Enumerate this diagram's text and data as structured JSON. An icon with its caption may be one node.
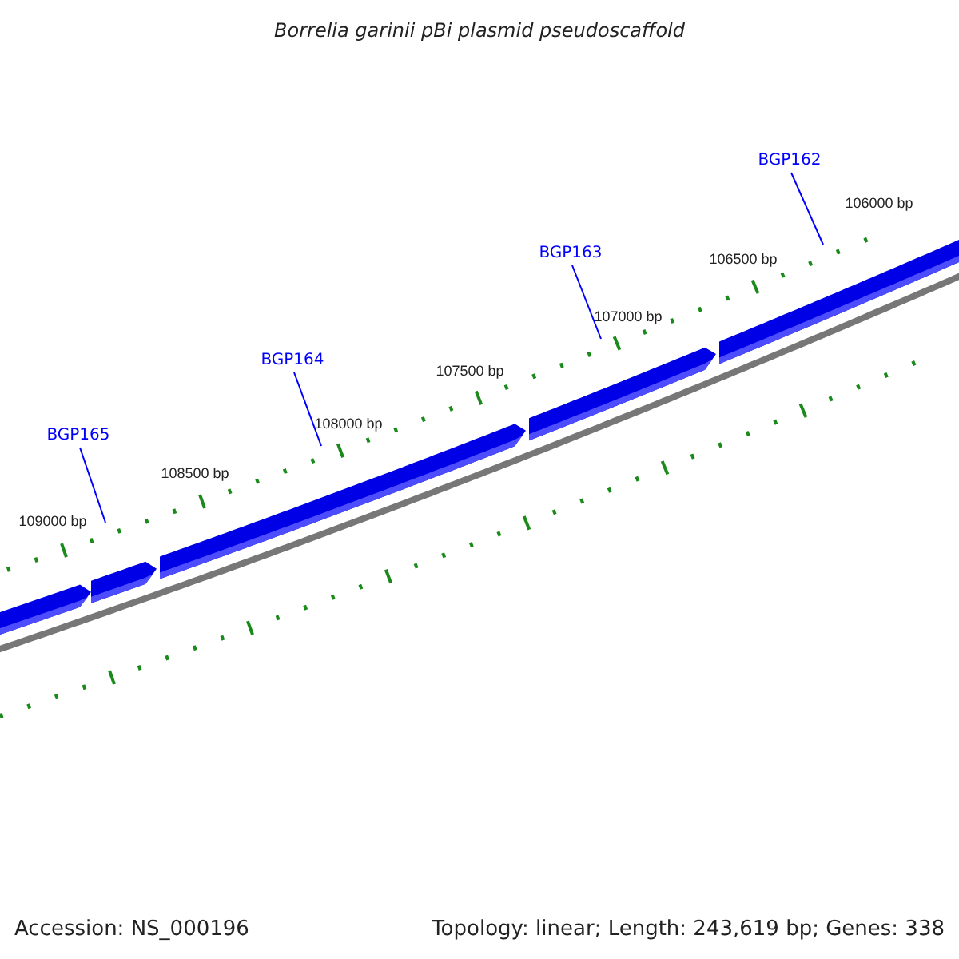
{
  "diagram": {
    "title": "Borrelia garinii pBi plasmid pseudoscaffold",
    "nodes": [
      {
        "text": [
          "BGP165"
        ]
      },
      {
        "text": [
          "BGP164"
        ]
      },
      {
        "text": [
          "BGP163"
        ]
      },
      {
        "text": [
          "BGP162"
        ]
      }
    ],
    "edges": [
      {
        "from": 0,
        "to": null,
        "arrow": "none"
      },
      {
        "from": 1,
        "to": null,
        "arrow": "none"
      },
      {
        "from": 2,
        "to": null,
        "arrow": "none"
      },
      {
        "from": 3,
        "to": null,
        "arrow": "none"
      }
    ],
    "labels": [
      "109000 bp",
      "108500 bp",
      "108000 bp",
      "107500 bp",
      "107000 bp",
      "106500 bp",
      "106000 bp",
      "Accession: NS_000196",
      "Topology: linear; Length: 243,619 bp; Genes: 338"
    ]
  }
}
